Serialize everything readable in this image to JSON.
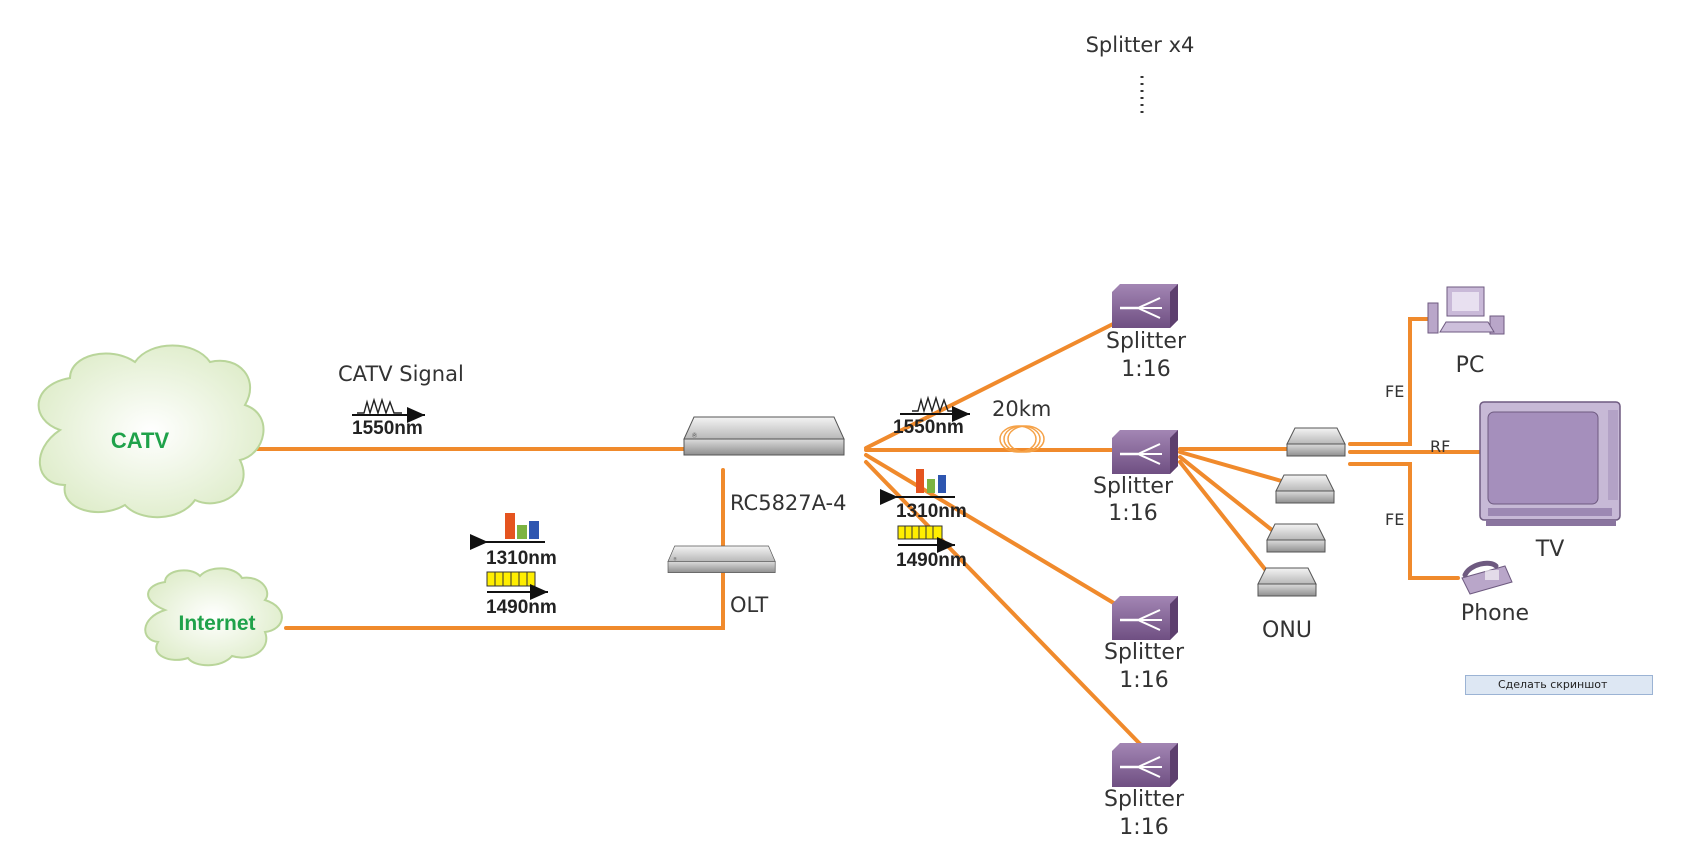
{
  "top": {
    "splitter_group_label": "Splitter x4"
  },
  "clouds": {
    "catv": "CATV",
    "internet": "Internet"
  },
  "labels": {
    "catv_signal": "CATV Signal",
    "olt_model": "RC5827A-4",
    "olt": "OLT",
    "distance": "20km",
    "onu": "ONU",
    "pc": "PC",
    "tv": "TV",
    "phone": "Phone",
    "fe_top": "FE",
    "rf": "RF",
    "fe_bottom": "FE"
  },
  "wavelengths": {
    "catv_1550": "1550nm",
    "in_1310": "1310nm",
    "in_1490": "1490nm",
    "out_1550": "1550nm",
    "out_1310": "1310nm",
    "out_1490": "1490nm"
  },
  "splitters": [
    {
      "name": "Splitter",
      "ratio": "1:16"
    },
    {
      "name": "Splitter",
      "ratio": "1:16"
    },
    {
      "name": "Splitter",
      "ratio": "1:16"
    },
    {
      "name": "Splitter",
      "ratio": "1:16"
    }
  ],
  "context_button": {
    "label": "Сделать скриншот"
  },
  "colors": {
    "fiber": "#f08a2c",
    "splitter": "#7a5a8c",
    "cloud_fill": "#eef5e0",
    "cloud_stroke": "#b9d59a",
    "cloud_text": "#1fa24a"
  },
  "icons": [
    "cloud-icon",
    "switch-device-icon",
    "splitter-icon",
    "onu-device-icon",
    "pc-icon",
    "tv-icon",
    "ip-phone-icon",
    "fiber-coil-icon",
    "signal-waveform-icon",
    "bar-chart-icon",
    "yellow-data-frame-icon"
  ]
}
